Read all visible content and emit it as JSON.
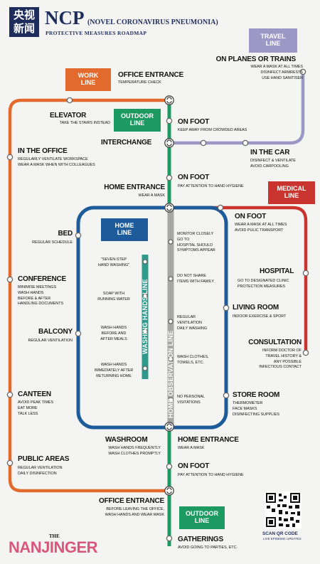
{
  "badge": {
    "line1": "央视",
    "line2": "新闻"
  },
  "header": {
    "ncp": "NCP",
    "full": "(NOVEL CORONAVIRUS PNEUMONIA)",
    "subtitle": "PROTECTIVE MEASURES ROADMAP"
  },
  "colors": {
    "work": "#e26a2c",
    "travel": "#9b98c6",
    "outdoor": "#1d9a62",
    "medical": "#c9342f",
    "home": "#1d5b9b",
    "washing": "#2f9a8c",
    "observation": "#a7a7a7"
  },
  "line_labels": {
    "work": "WORK\nLINE",
    "travel": "TRAVEL\nLINE",
    "outdoor_top": "OUTDOOR\nLINE",
    "medical": "MEDICAL\nLINE",
    "home": "HOME\nLINE",
    "outdoor_bottom": "OUTDOOR\nLINE",
    "washing": "WASHING HANDS LINE",
    "observation": "HOME OBSERVATION LINE"
  },
  "stations": {
    "office_entrance_top": {
      "name": "OFFICE ENTRANCE",
      "notes": [
        "TEMPERATURE CHECK"
      ]
    },
    "planes": {
      "name": "ON PLANES OR TRAINS",
      "notes": [
        "WEAR A MASK AT ALL TIMES",
        "DISINFECT ARMRESTS",
        "USE HAND SANITISER"
      ]
    },
    "elevator": {
      "name": "ELEVATOR",
      "notes": [
        "TAKE THE STAIRS INSTEAD"
      ]
    },
    "on_foot_1": {
      "name": "ON FOOT",
      "notes": [
        "KEEP AWAY FROM CROWDED AREAS"
      ]
    },
    "interchange": {
      "name": "INTERCHANGE"
    },
    "office": {
      "name": "IN THE OFFICE",
      "notes": [
        "REGULARLY VENTILATE WORKSPACE",
        "WEAR A MASK WHEN WITH COLLEAGUES"
      ]
    },
    "car": {
      "name": "IN THE CAR",
      "notes": [
        "DISINFECT & VENTILATE",
        "AVOID CARPOOLING"
      ]
    },
    "on_foot_2": {
      "name": "ON FOOT",
      "notes": [
        "PAY ATTENTION TO HAND HYGIENE"
      ]
    },
    "home_entrance_top": {
      "name": "HOME ENTRANCE",
      "notes": [
        "WEAR A MASK"
      ]
    },
    "on_foot_3": {
      "name": "ON FOOT",
      "notes": [
        "WEAR A MASK AT ALL TIMES",
        "AVOID PULIC TRANSPORT"
      ]
    },
    "bed": {
      "name": "BED",
      "notes": [
        "REGULAR SCHEDULE"
      ]
    },
    "conference": {
      "name": "CONFERENCE",
      "notes": [
        "MINIMISE MEETINGS",
        "WASH HANDS",
        "BEFORE & AFTER",
        "HANDLING DOCUMENTS"
      ]
    },
    "hospital": {
      "name": "HOSPITAL",
      "notes": [
        "GO TO DESIGNATED CLINIC",
        "PROTECTION MEASURES"
      ]
    },
    "living_room": {
      "name": "LIVING ROOM",
      "notes": [
        "INDOOR EXERCISE & SPORT"
      ]
    },
    "balcony": {
      "name": "BALCONY",
      "notes": [
        "REGULAR VENTILATION"
      ]
    },
    "consultation": {
      "name": "CONSULTATION",
      "notes": [
        "INFORM DOCTOR OF",
        "TRAVEL HISTORY &",
        "ANY POSSIBLE",
        "INFECTIOUS CONTACT"
      ]
    },
    "canteen": {
      "name": "CANTEEN",
      "notes": [
        "AVOID PEAK TIMES",
        "EAT MORE",
        "TALK LESS"
      ]
    },
    "store_room": {
      "name": "STORE ROOM",
      "notes": [
        "THERMOMETER",
        "FACE MASKS",
        "DISINFECTING SUPPLIES"
      ]
    },
    "washroom": {
      "name": "WASHROOM",
      "notes": [
        "WASH HANDS FREQUENTLY",
        "WASH CLOTHES PROMPTLY"
      ]
    },
    "home_entrance_bottom": {
      "name": "HOME ENTRANCE",
      "notes": [
        "WEAR A MASK"
      ]
    },
    "public_areas": {
      "name": "PUBLIC AREAS",
      "notes": [
        "REGULAR VENTILATION",
        "DAILY DISINFECTION"
      ]
    },
    "on_foot_4": {
      "name": "ON FOOT",
      "notes": [
        "PAY ATTENTION TO HAND HYGIENE"
      ]
    },
    "office_entrance_bottom": {
      "name": "OFFICE ENTRANCE",
      "notes": [
        "BEFORE LEAVING THE OFFICE,",
        "WASH HANDS AND WEAR MASK"
      ]
    },
    "gatherings": {
      "name": "GATHERINGS",
      "notes": [
        "AVOID GOING TO PARTIES, ETC."
      ]
    }
  },
  "washing_notes": {
    "seven_step": [
      "\"SEVEN-STEP",
      "HAND WASHING\""
    ],
    "soap": [
      "SOAP WITH",
      "RUNNING WATER"
    ],
    "meals": [
      "WASH HANDS",
      "BEFORE AND",
      "AFTER MEALS"
    ],
    "returning": [
      "WASH HANDS",
      "IMMEDIATELY AFTER",
      "RETURNING HOME"
    ]
  },
  "observation_notes": {
    "monitor": [
      "MONITOR CLOSELY",
      "GO TO",
      "HOSPITAL SHOULD",
      "SYMPTOMS APPEAR"
    ],
    "share": [
      "DO NOT SHARE",
      "ITEMS WITH FAMILY"
    ],
    "ventilation": [
      "REGULAR",
      "VENTILATION",
      "DAILY WASHING"
    ],
    "wash_clothes": [
      "WASH CLOTHES,",
      "TOWELS, ETC."
    ],
    "visitations": [
      "NO PERSONAL",
      "VISITATIONS"
    ]
  },
  "footer": {
    "the": "THE",
    "brand": "NANJINGER",
    "scan": "SCAN QR CODE",
    "scan_sub": "LIVE EPIDEMIC UPDATES"
  }
}
